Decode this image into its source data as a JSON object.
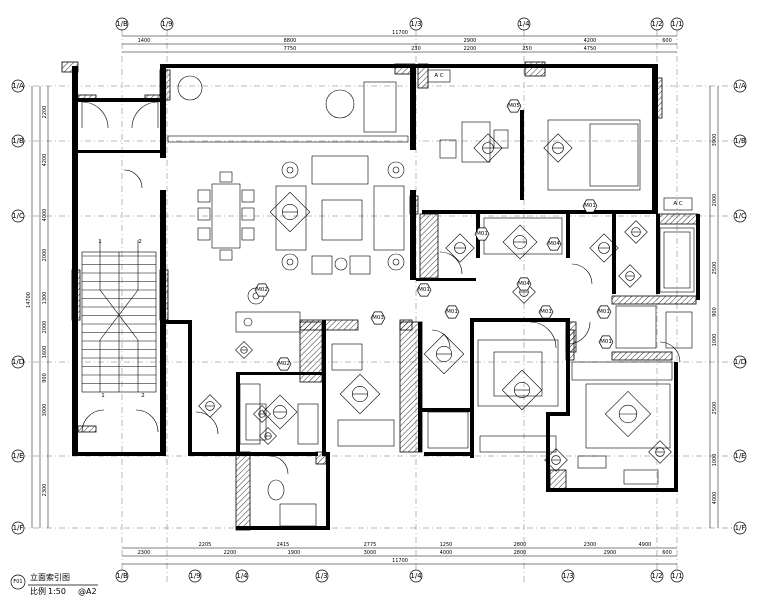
{
  "drawing": {
    "caption_title": "立面索引图",
    "scale_label": "比例",
    "scale_value": "1:50",
    "sheet_size": "@A2",
    "caption_index": "F01"
  },
  "grid_axes": {
    "top": [
      "1/B",
      "1/9",
      "1/3",
      "1/4",
      "1/2",
      "1/1"
    ],
    "bottom": [
      "1/B",
      "1/9",
      "1/4",
      "1/3",
      "1/4",
      "1/3",
      "1/2",
      "1/1"
    ],
    "left": [
      "1/A",
      "1/B",
      "1/C",
      "1/D",
      "1/E",
      "1/F"
    ],
    "right": [
      "1/A",
      "1/B",
      "1/C",
      "1/D",
      "1/E",
      "1/F"
    ]
  },
  "dimensions": {
    "top_total": "11700",
    "top_row1": [
      "1400",
      "8800",
      "2900",
      "4200",
      "600"
    ],
    "top_row2": [
      "7750",
      "230",
      "2200",
      "250",
      "4750"
    ],
    "bottom_total": "11700",
    "bottom_row1": [
      "2300",
      "2205",
      "2200",
      "2415",
      "2775",
      "1250",
      "2800",
      "2300",
      "4900",
      "600"
    ],
    "bottom_row2": [
      "1900",
      "3000",
      "4000",
      "2800",
      "2900",
      "600"
    ],
    "left_col": [
      "2200",
      "4200",
      "4000",
      "2000",
      "1300",
      "2000",
      "1600",
      "900",
      "3000",
      "2300"
    ],
    "left_total": "14700",
    "right_col": [
      "3900",
      "2000",
      "2500",
      "900",
      "1000",
      "2500",
      "1000",
      "4000"
    ]
  },
  "labels": {
    "ac_top": "A C",
    "ac_right": "A C",
    "stair_up_1": "1",
    "stair_up_2": "2",
    "stair_dn_1": "1",
    "stair_dn_2": "2",
    "index_markers": [
      "M05",
      "M01",
      "M03",
      "M02",
      "M01",
      "M01",
      "M01",
      "M01",
      "M01",
      "M04",
      "M04",
      "M02",
      "M01"
    ]
  }
}
